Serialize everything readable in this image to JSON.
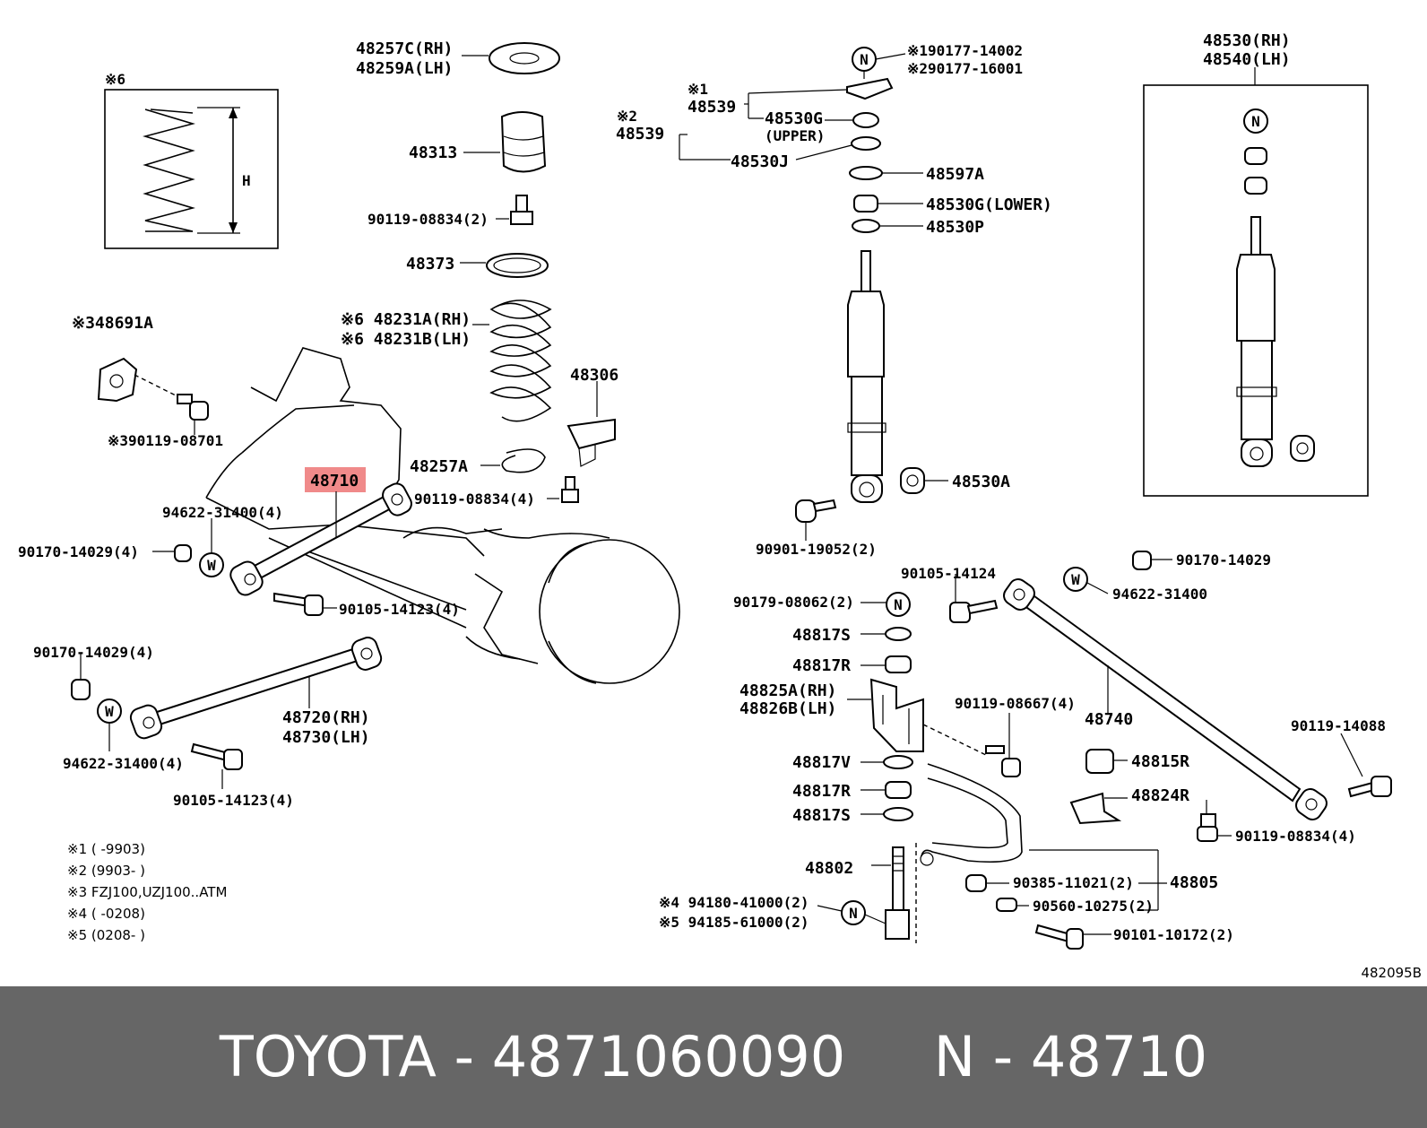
{
  "diagram_code": "482095B",
  "highlight": {
    "part": "48710",
    "color": "#f08a8a"
  },
  "footer": {
    "text": "TOYOTA - 4871060090     N - 48710",
    "bg": "#666666",
    "fg": "#ffffff"
  },
  "spring_box": {
    "mark": "※6",
    "dimension": "H"
  },
  "labels": {
    "l48257c": "48257C(RH)",
    "l48259a": "48259A(LH)",
    "l48313": "48313",
    "l90119_08834a": "90119-08834(2)",
    "l48373": "48373",
    "l48231a": "※6 48231A(RH)",
    "l48231b": "※6 48231B(LH)",
    "l48306": "48306",
    "l48257a": "48257A",
    "l90119_08834b": "90119-08834(4)",
    "l48691a": "※348691A",
    "l90119_08701": "※390119-08701",
    "l48710": "48710",
    "l94622_a": "94622-31400(4)",
    "l90170_a": "90170-14029(4)",
    "l90105_a": "90105-14123(4)",
    "l90170_b": "90170-14029(4)",
    "l48720": "48720(RH)",
    "l48730": "48730(LH)",
    "l94622_b": "94622-31400(4)",
    "l90105_b": "90105-14123(4)",
    "l190177": "※190177-14002",
    "l290177": "※290177-16001",
    "m1": "※1",
    "m2": "※2",
    "l48539a": "48539",
    "l48539b": "48539",
    "l48530g_up": "48530G",
    "l_upper": "(UPPER)",
    "l48530j": "48530J",
    "l48597a": "48597A",
    "l48530g_lo": "48530G(LOWER)",
    "l48530p": "48530P",
    "l48530a": "48530A",
    "l90901": "90901-19052(2)",
    "l48530rh": "48530(RH)",
    "l48540lh": "48540(LH)",
    "l90105_14124": "90105-14124",
    "l90179": "90179-08062(2)",
    "l48817s_a": "48817S",
    "l48817r_a": "48817R",
    "l48825a": "48825A(RH)",
    "l48826b": "48826B(LH)",
    "l90119_08667": "90119-08667(4)",
    "l48817v": "48817V",
    "l48817r_b": "48817R",
    "l48817s_b": "48817S",
    "l48802": "48802",
    "l94180": "※4 94180-41000(2)",
    "l94185": "※5 94185-61000(2)",
    "l90170_c": "90170-14029",
    "l94622_c": "94622-31400",
    "l48740": "48740",
    "l90119_14088": "90119-14088",
    "l48815r": "48815R",
    "l48824r": "48824R",
    "l90119_08834c": "90119-08834(4)",
    "l90385": "90385-11021(2)",
    "l48805": "48805",
    "l90560": "90560-10275(2)",
    "l90101": "90101-10172(2)"
  },
  "circle_marks": {
    "n": "N",
    "w": "W"
  },
  "notes": [
    "※1 (        -9903)",
    "※2 (9903-        )",
    "※3 FZJ100,UZJ100..ATM",
    "※4 (        -0208)",
    "※5 (0208-        )"
  ]
}
